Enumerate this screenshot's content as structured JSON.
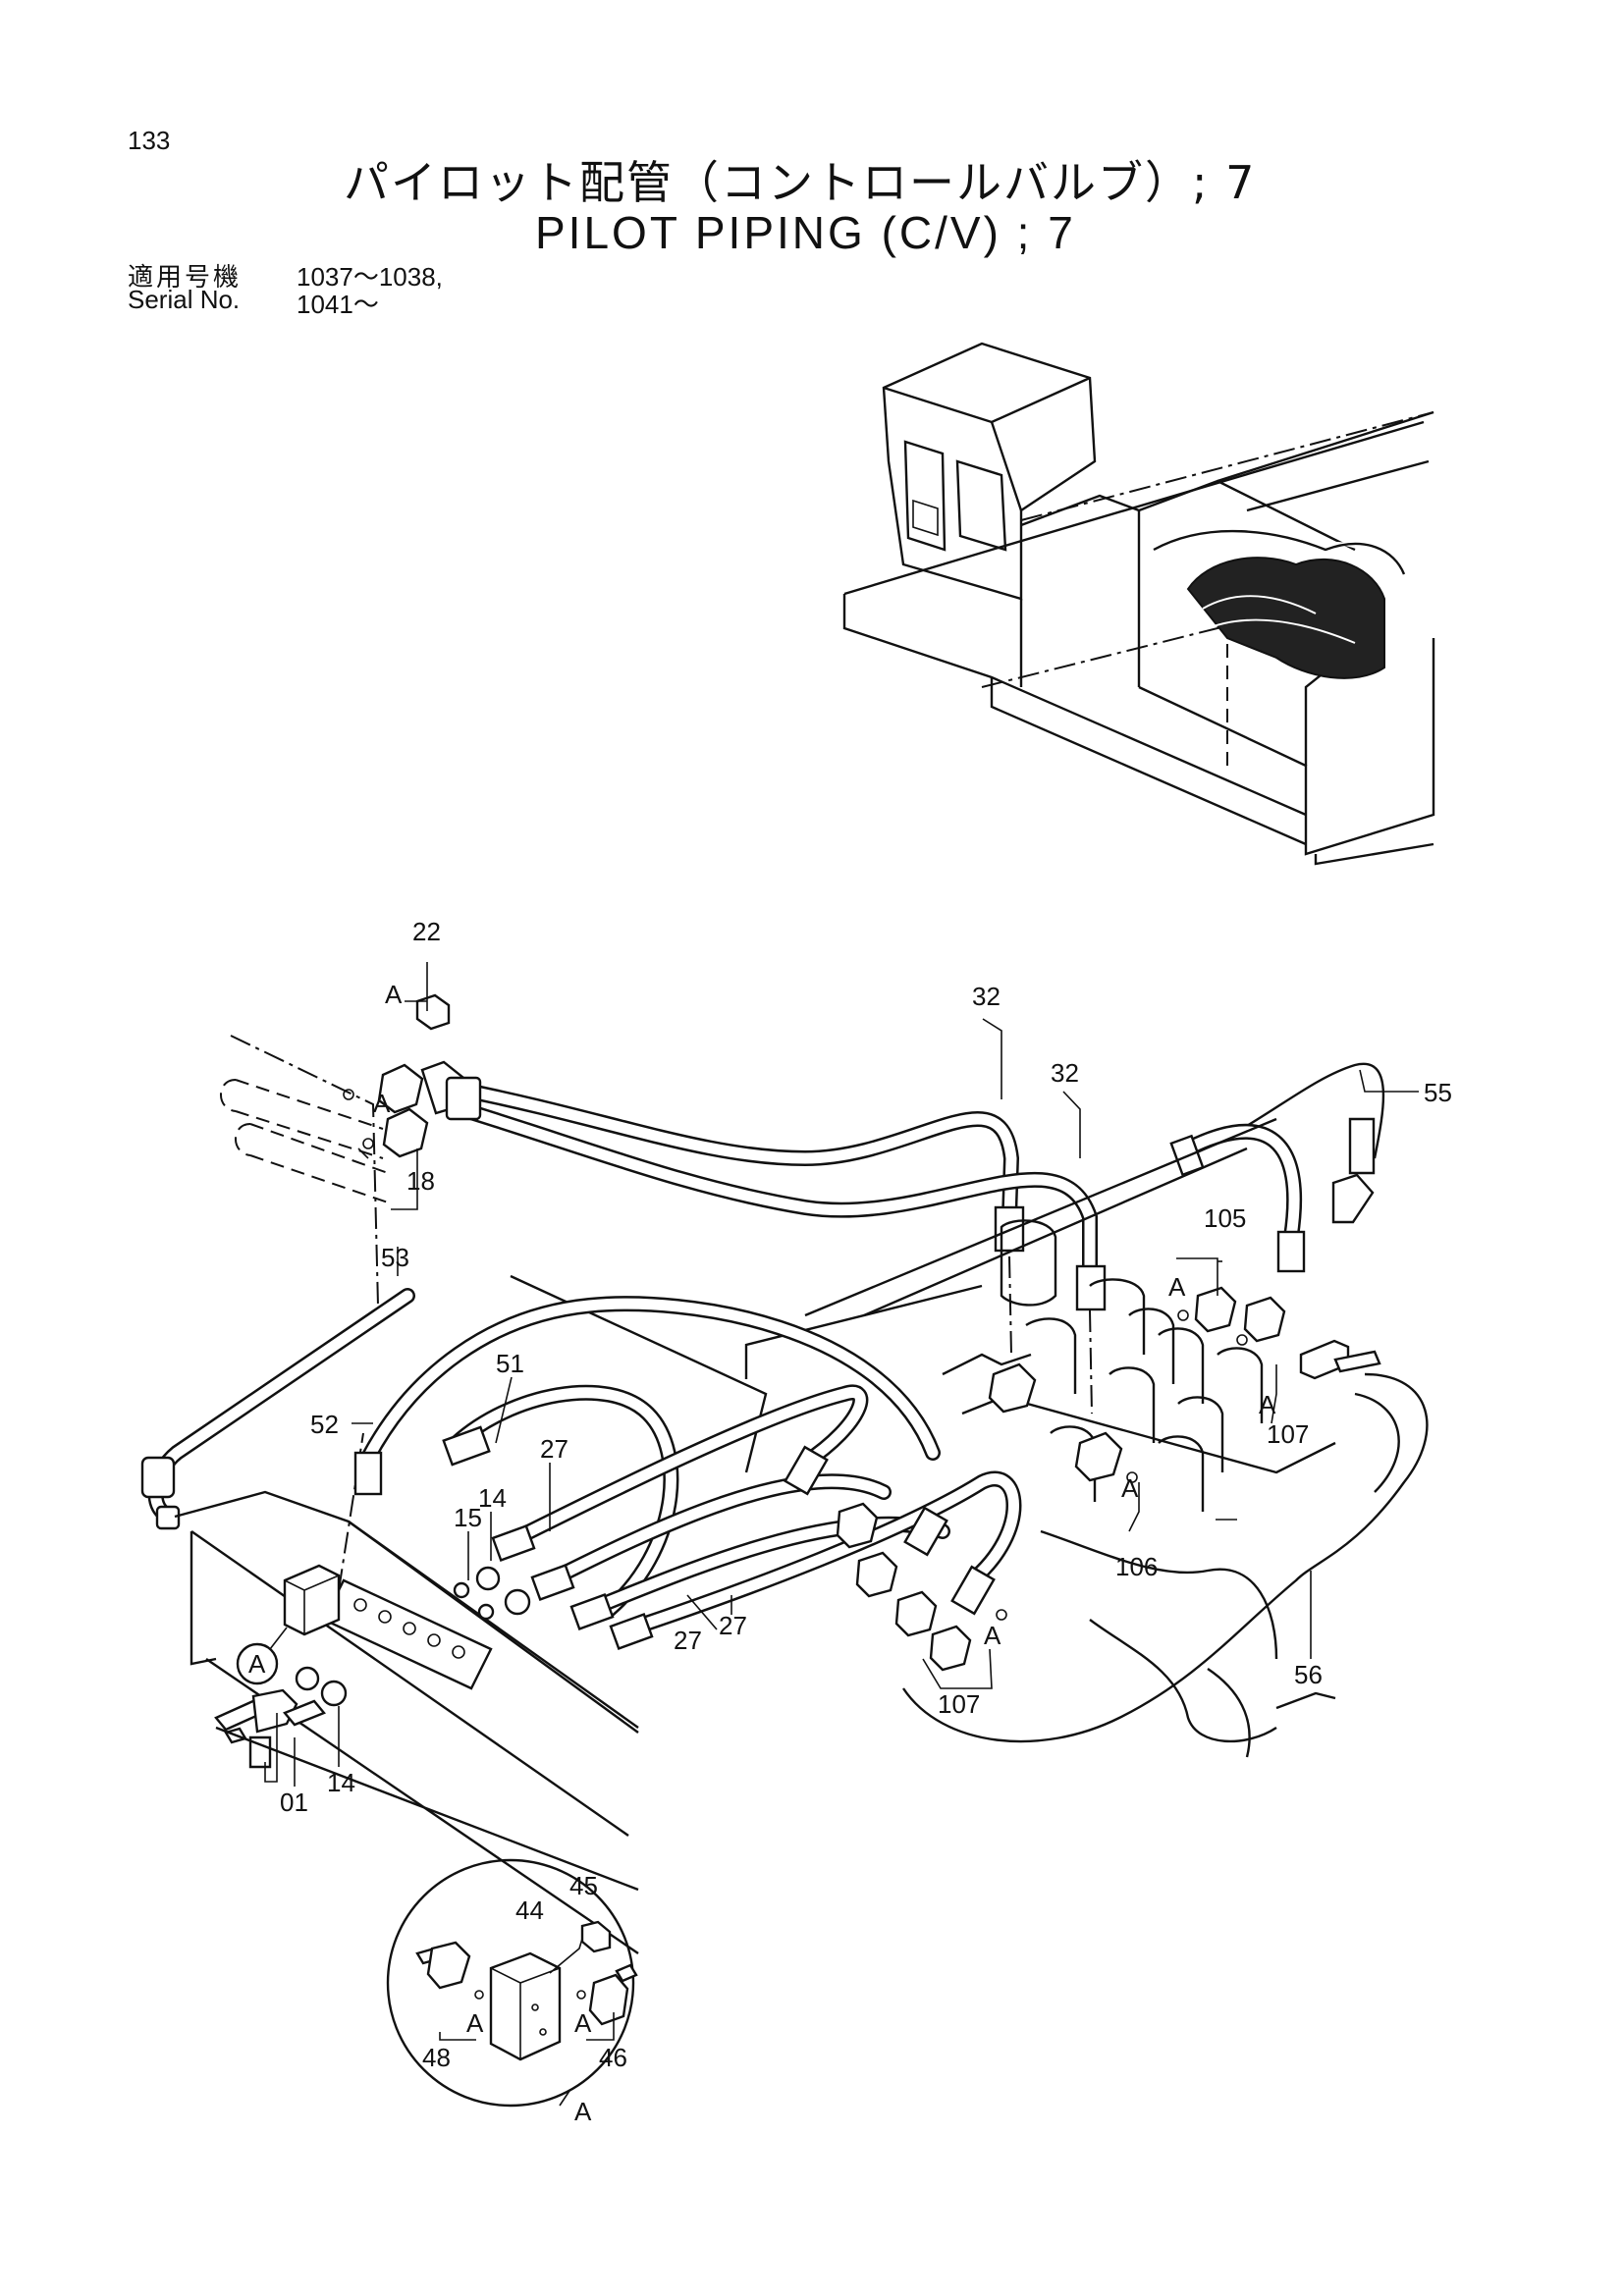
{
  "header": {
    "page_number": "133",
    "title_jp": "パイロット配管（コントロールバルブ）; 7",
    "title_en": "PILOT PIPING (C/V) ; 7",
    "serial_label_jp": "適用号機",
    "serial_label_en": "Serial No.",
    "serial_line_1": "1037～1038,",
    "serial_line_2": "1041～"
  },
  "callouts": {
    "c22": "22",
    "a_top_1": "A",
    "a_top_2": "A",
    "c18": "18",
    "c32_a": "32",
    "c32_b": "32",
    "c55": "55",
    "c53": "53",
    "c105": "105",
    "a_105": "A",
    "c51": "51",
    "c52": "52",
    "c27_a": "27",
    "c14_a": "14",
    "c15": "15",
    "a_valve_1": "A",
    "c107_a": "107",
    "a_valve_2": "A",
    "c106": "106",
    "a_valve_3": "A",
    "c27_b": "27",
    "c27_c": "27",
    "c107_b": "107",
    "c56": "56",
    "a_circle": "A",
    "c01": "01",
    "c14_b": "14",
    "c44": "44",
    "c45": "45",
    "a_detail_1": "A",
    "a_detail_2": "A",
    "c48": "48",
    "c46": "46",
    "a_detail_bottom": "A"
  }
}
